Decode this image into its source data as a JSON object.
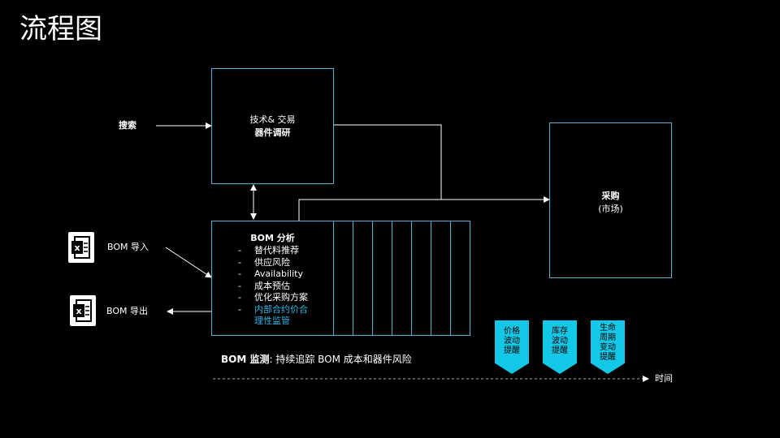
{
  "title": "流程图",
  "search": "搜索",
  "research_box": {
    "line1": "技术& 交易",
    "line2": "器件调研"
  },
  "procurement_box": {
    "line1": "采购",
    "line2": "(市场)"
  },
  "bom_import": "BOM 导入",
  "bom_export": "BOM 导出",
  "bom_analysis": {
    "heading": "BOM 分析",
    "items": [
      "替代料推荐",
      "供应风险",
      "Availability",
      "成本预估",
      "优化采购方案"
    ],
    "highlight_line1": "内部合约价合",
    "highlight_line2": "理性监管",
    "dash": "-"
  },
  "monitor": {
    "bold": "BOM 监测",
    "rest": ": 持续追踪 BOM 成本和器件风险"
  },
  "timeline_label": "时间",
  "tags": [
    {
      "text": "价格\n波动\n提醒"
    },
    {
      "text": "库存\n波动\n提醒"
    },
    {
      "text": "生命\n周期\n变动\n提醒"
    }
  ],
  "colors": {
    "background": "#000000",
    "box_border": "#5aaed6",
    "tag": "#12c8e6",
    "highlight": "#29b6e6"
  },
  "icons": [
    "excel-icon",
    "excel-icon"
  ]
}
